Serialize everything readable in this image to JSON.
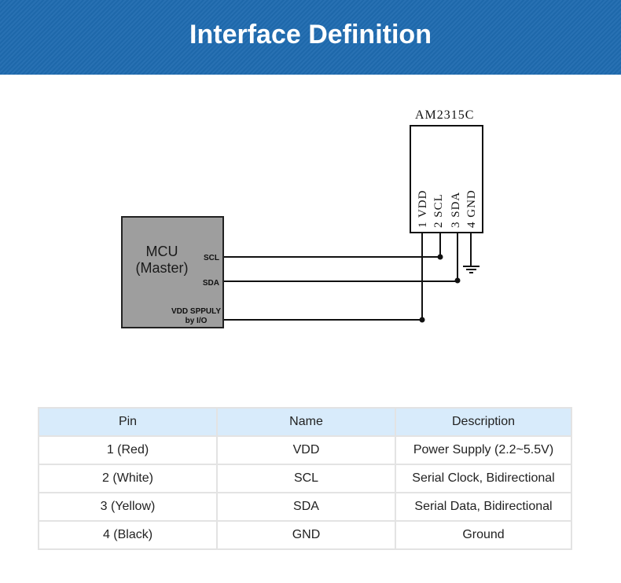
{
  "header": {
    "title": "Interface Definition"
  },
  "diagram": {
    "sensor": {
      "name": "AM2315C",
      "pins": [
        "1 VDD",
        "2 SCL",
        "3 SDA",
        "4 GND"
      ]
    },
    "mcu": {
      "title_line1": "MCU",
      "title_line2": "(Master)",
      "pin_scl": "SCL",
      "pin_sda": "SDA",
      "pin_vdd_line1": "VDD SPPULY",
      "pin_vdd_line2": "by I/O"
    }
  },
  "table": {
    "headers": [
      "Pin",
      "Name",
      "Description"
    ],
    "rows": [
      [
        "1 (Red)",
        "VDD",
        "Power Supply (2.2~5.5V)"
      ],
      [
        "2 (White)",
        "SCL",
        "Serial Clock, Bidirectional"
      ],
      [
        "3 (Yellow)",
        "SDA",
        "Serial Data, Bidirectional"
      ],
      [
        "4 (Black)",
        "GND",
        "Ground"
      ]
    ]
  },
  "colors": {
    "banner": "#1f6bb0",
    "table_header": "#d8ebfb",
    "mcu_fill": "#9e9e9e"
  }
}
